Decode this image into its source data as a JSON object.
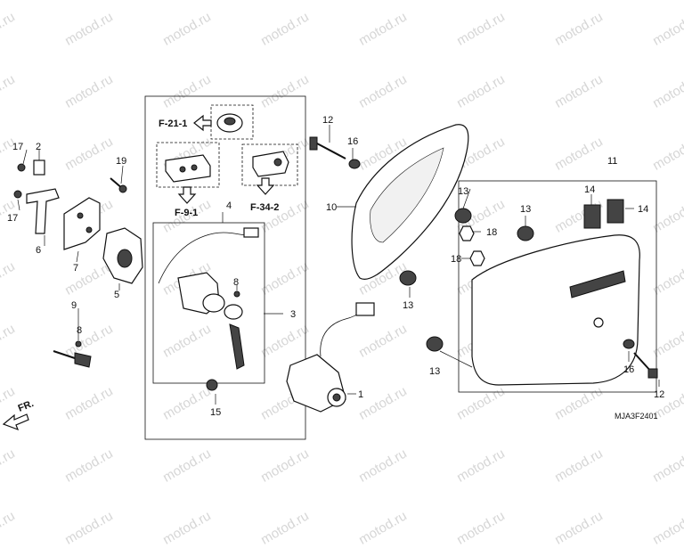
{
  "watermark": "motod.ru",
  "diagram_code": "MJA3F2401",
  "front_arrow_label": "FR.",
  "reference_labels": {
    "f21": "F-21-1",
    "f9": "F-9-1",
    "f34": "F-34-2"
  },
  "callouts": {
    "p1": "1",
    "p2": "2",
    "p3": "3",
    "p4": "4",
    "p5": "5",
    "p6": "6",
    "p7": "7",
    "p8a": "8",
    "p8b": "8",
    "p9": "9",
    "p10": "10",
    "p11": "11",
    "p12a": "12",
    "p12b": "12",
    "p13a": "13",
    "p13b": "13",
    "p13c": "13",
    "p13d": "13",
    "p14a": "14",
    "p14b": "14",
    "p15": "15",
    "p16a": "16",
    "p16b": "16",
    "p17a": "17",
    "p17b": "17",
    "p18a": "18",
    "p18b": "18",
    "p19": "19"
  },
  "colors": {
    "line": "#111111",
    "watermark": "#d6d6d6",
    "background": "#ffffff"
  }
}
